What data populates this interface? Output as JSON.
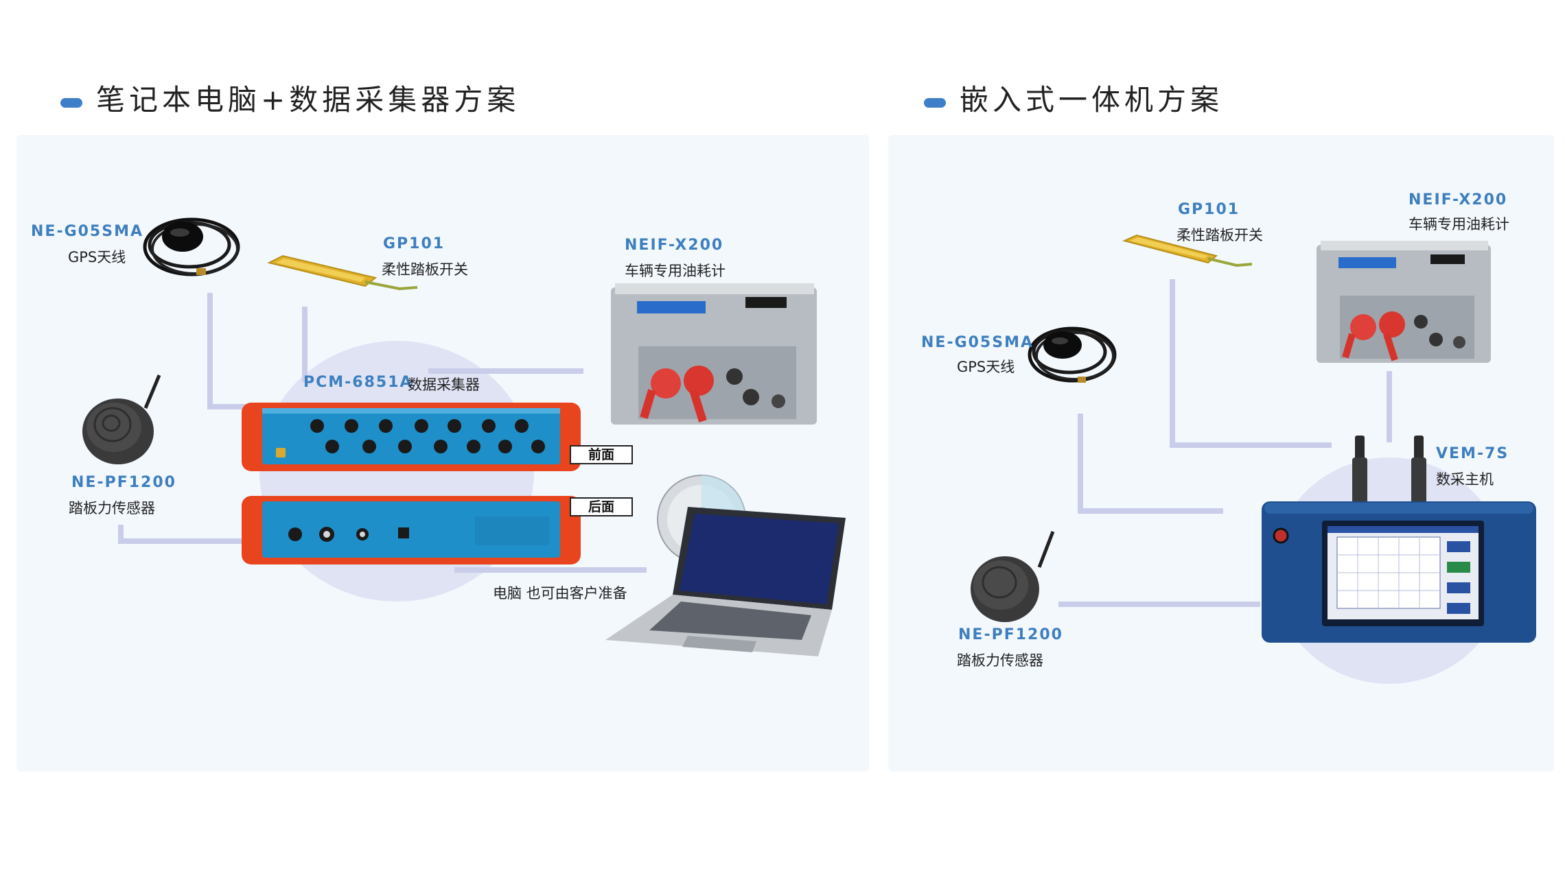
{
  "left": {
    "title": "笔记本电脑+数据采集器方案",
    "gps": {
      "code": "NE-G05SMA",
      "name": "GPS天线"
    },
    "switch": {
      "code": "GP101",
      "name": "柔性踏板开关"
    },
    "meter": {
      "code": "NEIF-X200",
      "name": "车辆专用油耗计"
    },
    "daq": {
      "code": "PCM-6851A",
      "name": "数据采集器"
    },
    "pedal": {
      "code": "NE-PF1200",
      "name": "踏板力传感器"
    },
    "front_tag": "前面",
    "back_tag": "后面",
    "laptop_note": "电脑 也可由客户准备"
  },
  "right": {
    "title": "嵌入式一体机方案",
    "switch": {
      "code": "GP101",
      "name": "柔性踏板开关"
    },
    "meter": {
      "code": "NEIF-X200",
      "name": "车辆专用油耗计"
    },
    "gps": {
      "code": "NE-G05SMA",
      "name": "GPS天线"
    },
    "host": {
      "code": "VEM-7S",
      "name": "数采主机"
    },
    "pedal": {
      "code": "NE-PF1200",
      "name": "踏板力传感器"
    }
  },
  "colors": {
    "accent": "#3f7fca",
    "code_text": "#3e7fbf",
    "connector": "#c9cde9",
    "panel_bg": "#f3f8fd",
    "device_blue": "#1e8fc8",
    "device_orange": "#e8451f",
    "host_blue": "#1f4f8f"
  },
  "icons": [
    "gps-antenna-icon",
    "pedal-switch-icon",
    "fuel-meter-icon",
    "daq-device-icon",
    "pedal-sensor-icon",
    "laptop-icon",
    "cd-disc-icon",
    "host-unit-icon"
  ]
}
